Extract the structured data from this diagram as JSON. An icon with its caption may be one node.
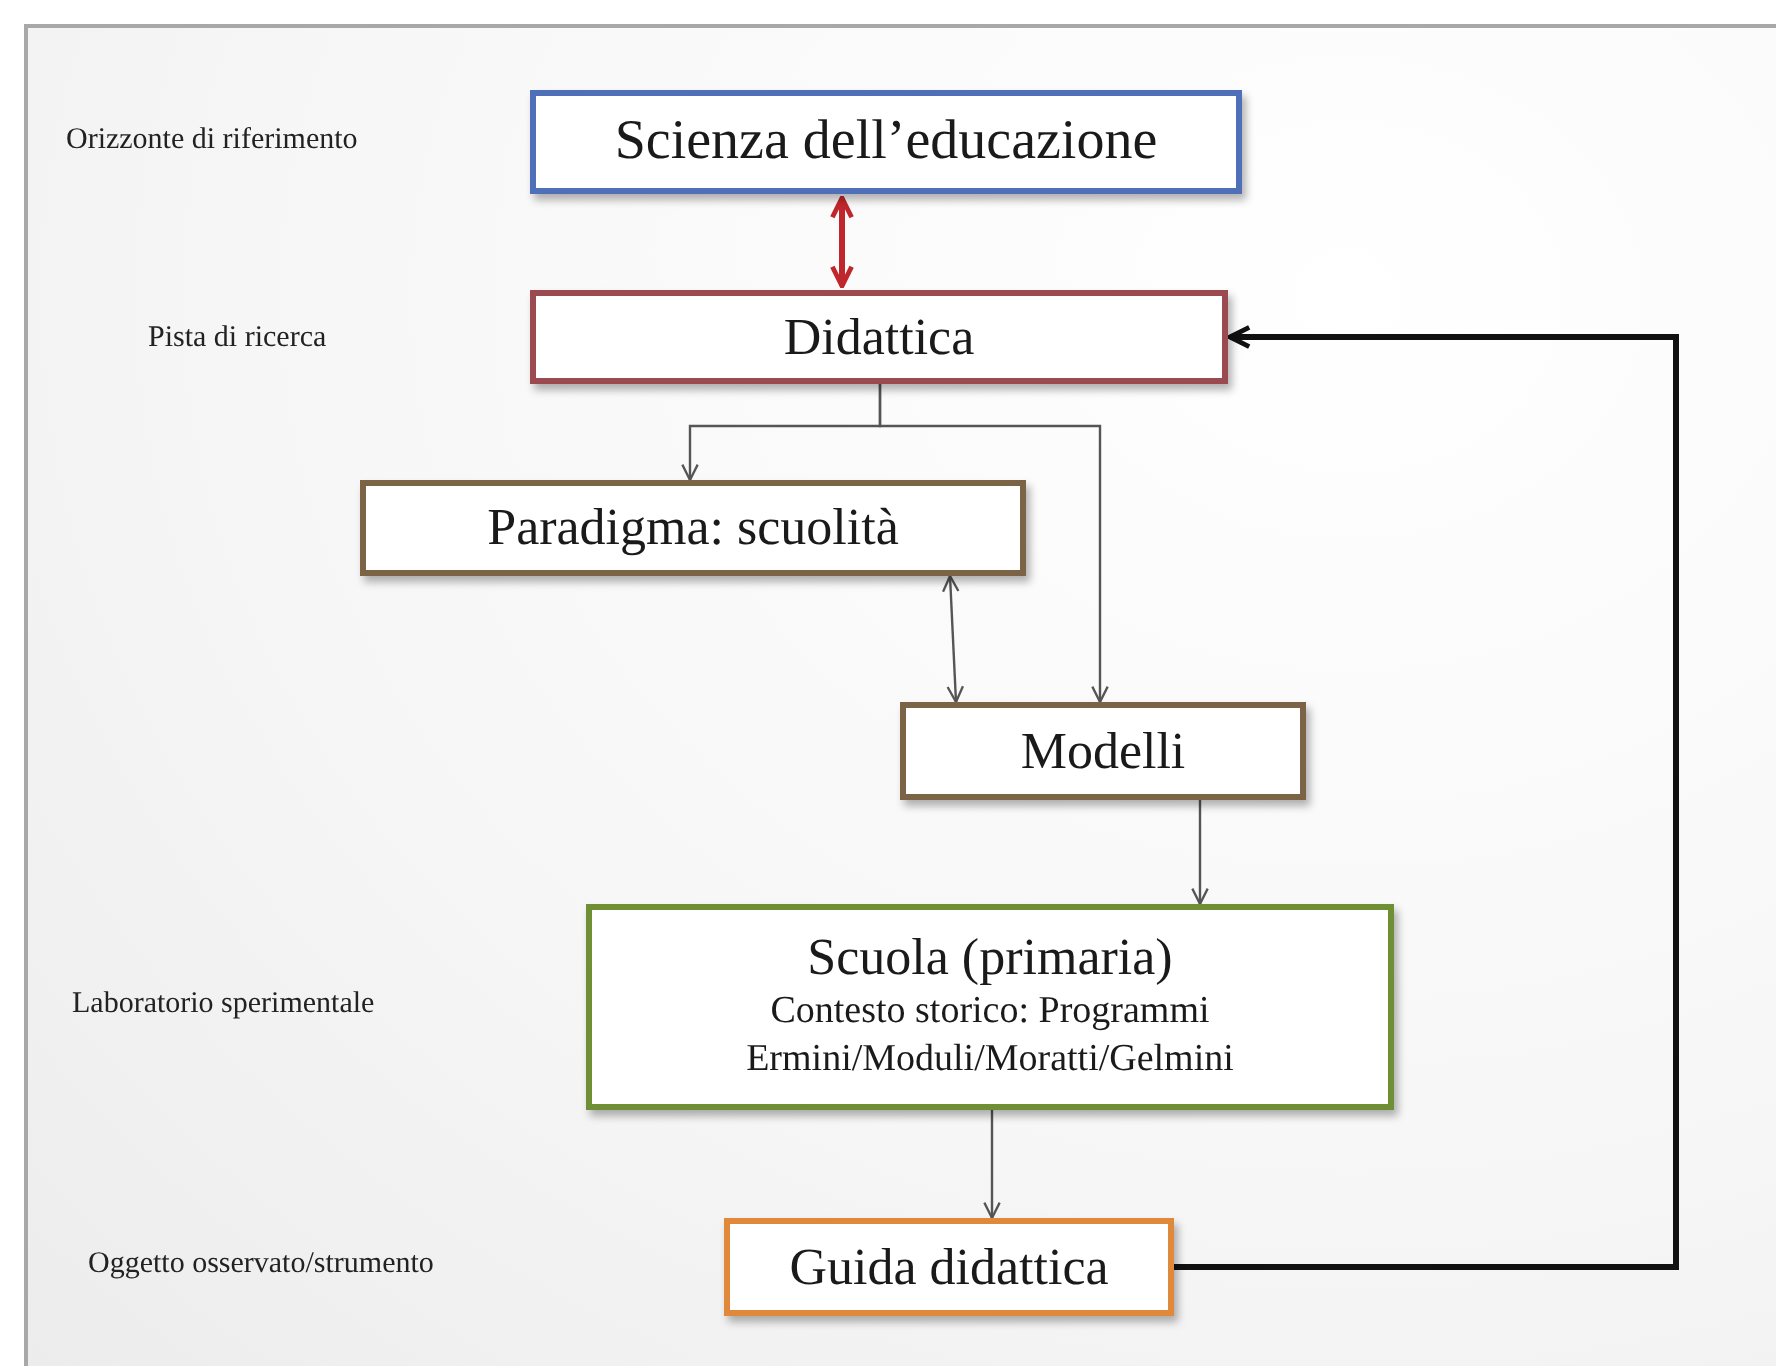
{
  "diagram": {
    "nodes": [
      {
        "text": [
          "Scienza dell’educazione"
        ]
      },
      {
        "text": [
          "Didattica"
        ]
      },
      {
        "text": [
          "Paradigma: scuolità"
        ]
      },
      {
        "text": [
          "Modelli"
        ]
      },
      {
        "text": [
          "Scuola (primaria)",
          "Contesto storico: Programmi Ermini/Moduli/Moratti/Gelmini"
        ]
      },
      {
        "text": [
          "Guida didattica"
        ]
      }
    ],
    "edges": [
      {
        "from": 0,
        "to": 1,
        "arrow": "both",
        "style": "thick",
        "color": "#c0272d"
      },
      {
        "from": 1,
        "to": 2,
        "arrow": "to"
      },
      {
        "from": 1,
        "to": 3,
        "arrow": "to"
      },
      {
        "from": 2,
        "to": 3,
        "arrow": "both"
      },
      {
        "from": 3,
        "to": 4,
        "arrow": "to"
      },
      {
        "from": 4,
        "to": 5,
        "arrow": "to"
      },
      {
        "from": 5,
        "to": 1,
        "arrow": "to",
        "style": "thick",
        "color": "#111111"
      }
    ],
    "labels": [
      "Orizzonte di riferimento",
      "Pista di ricerca",
      "Laboratorio sperimentale",
      "Oggetto osservato/strumento"
    ]
  }
}
